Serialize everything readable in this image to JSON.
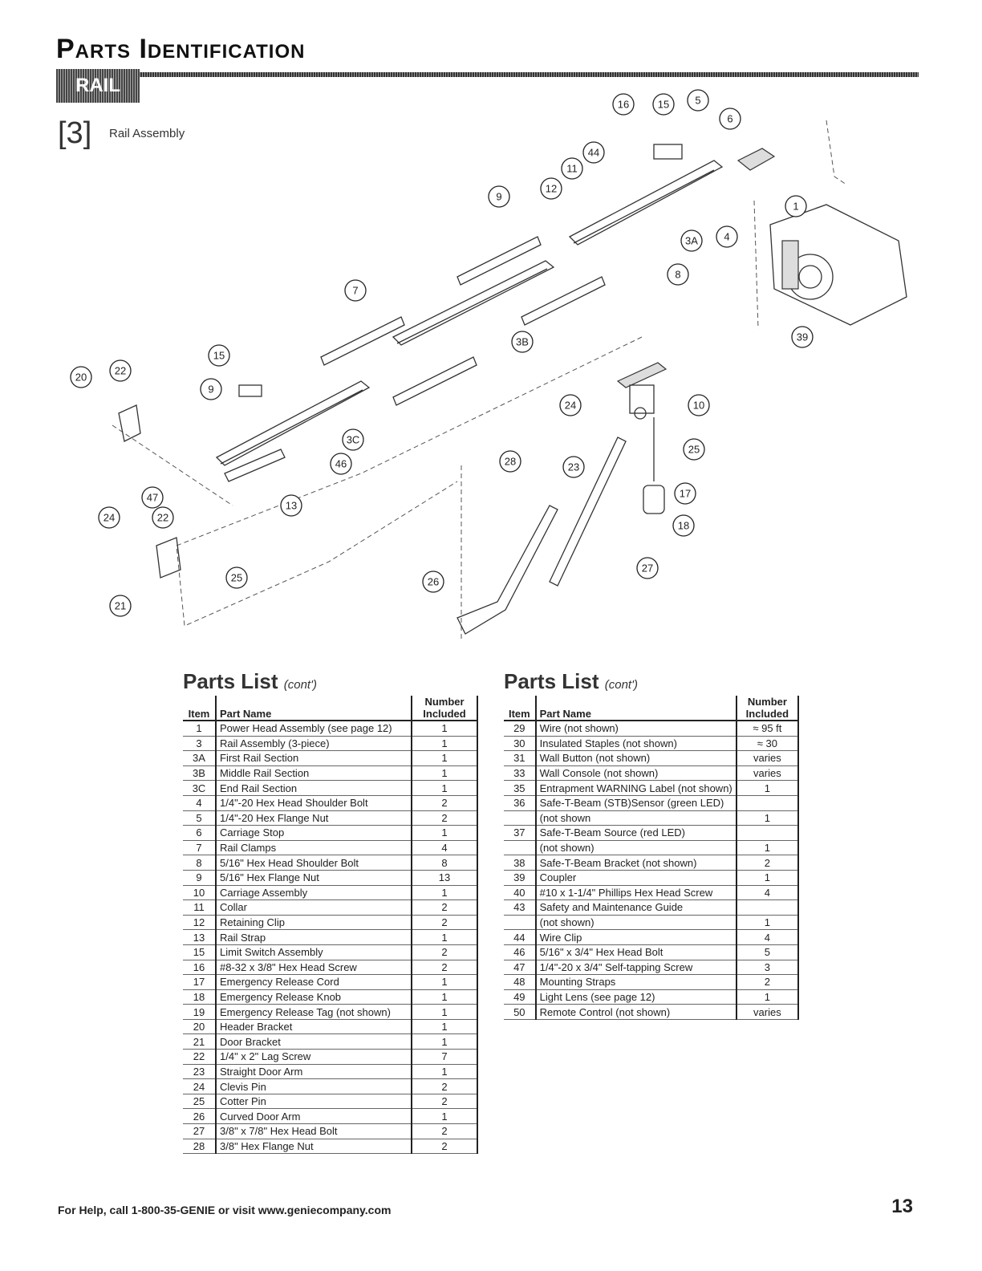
{
  "header": {
    "title": "Parts Identification",
    "tab": "RAIL"
  },
  "figure": {
    "number": "[3]",
    "caption": "Rail Assembly"
  },
  "callouts": [
    "16",
    "15",
    "5",
    "6",
    "44",
    "11",
    "12",
    "9",
    "3A",
    "4",
    "1",
    "8",
    "7",
    "3B",
    "15",
    "9",
    "22",
    "20",
    "3C",
    "46",
    "13",
    "10",
    "24",
    "25",
    "28",
    "23",
    "17",
    "18",
    "47",
    "22",
    "24",
    "25",
    "21",
    "26",
    "27",
    "39"
  ],
  "list_left": {
    "title": "Parts List",
    "cont": "(cont')",
    "col_item": "Item",
    "col_part": "Part Name",
    "col_num": "Number Included",
    "rows": [
      {
        "item": "1",
        "name": "Power Head Assembly (see page 12)",
        "num": "1"
      },
      {
        "item": "3",
        "name": "Rail Assembly (3-piece)",
        "num": "1"
      },
      {
        "item": "3A",
        "name": "First Rail Section",
        "num": "1"
      },
      {
        "item": "3B",
        "name": "Middle Rail Section",
        "num": "1"
      },
      {
        "item": "3C",
        "name": "End Rail Section",
        "num": "1"
      },
      {
        "item": "4",
        "name": "1/4\"-20 Hex Head Shoulder Bolt",
        "num": "2"
      },
      {
        "item": "5",
        "name": "1/4\"-20 Hex Flange Nut",
        "num": "2"
      },
      {
        "item": "6",
        "name": "Carriage Stop",
        "num": "1"
      },
      {
        "item": "7",
        "name": "Rail Clamps",
        "num": "4"
      },
      {
        "item": "8",
        "name": "5/16\" Hex Head Shoulder Bolt",
        "num": "8"
      },
      {
        "item": "9",
        "name": "5/16\" Hex Flange Nut",
        "num": "13"
      },
      {
        "item": "10",
        "name": "Carriage Assembly",
        "num": "1"
      },
      {
        "item": "11",
        "name": "Collar",
        "num": "2"
      },
      {
        "item": "12",
        "name": "Retaining Clip",
        "num": "2"
      },
      {
        "item": "13",
        "name": "Rail Strap",
        "num": "1"
      },
      {
        "item": "15",
        "name": "Limit Switch Assembly",
        "num": "2"
      },
      {
        "item": "16",
        "name": "#8-32 x 3/8\" Hex Head Screw",
        "num": "2"
      },
      {
        "item": "17",
        "name": "Emergency Release Cord",
        "num": "1"
      },
      {
        "item": "18",
        "name": "Emergency Release Knob",
        "num": "1"
      },
      {
        "item": "19",
        "name": "Emergency Release Tag (not shown)",
        "num": "1"
      },
      {
        "item": "20",
        "name": "Header Bracket",
        "num": "1"
      },
      {
        "item": "21",
        "name": "Door Bracket",
        "num": "1"
      },
      {
        "item": "22",
        "name": "1/4\" x 2\" Lag Screw",
        "num": "7"
      },
      {
        "item": "23",
        "name": "Straight Door Arm",
        "num": "1"
      },
      {
        "item": "24",
        "name": "Clevis Pin",
        "num": "2"
      },
      {
        "item": "25",
        "name": "Cotter Pin",
        "num": "2"
      },
      {
        "item": "26",
        "name": "Curved Door Arm",
        "num": "1"
      },
      {
        "item": "27",
        "name": "3/8\" x 7/8\" Hex Head Bolt",
        "num": "2"
      },
      {
        "item": "28",
        "name": "3/8\" Hex Flange Nut",
        "num": "2"
      }
    ]
  },
  "list_right": {
    "title": "Parts List",
    "cont": "(cont')",
    "col_item": "Item",
    "col_part": "Part Name",
    "col_num": "Number Included",
    "rows": [
      {
        "item": "29",
        "name": "Wire (not shown)",
        "num": "≈ 95 ft"
      },
      {
        "item": "30",
        "name": "Insulated Staples (not shown)",
        "num": "≈ 30"
      },
      {
        "item": "31",
        "name": "Wall Button (not shown)",
        "num": "varies"
      },
      {
        "item": "33",
        "name": "Wall Console (not shown)",
        "num": "varies"
      },
      {
        "item": "35",
        "name": "Entrapment WARNING Label (not shown)",
        "num": "1"
      },
      {
        "item": "36",
        "name": "Safe-T-Beam (STB)Sensor (green LED)",
        "num": ""
      },
      {
        "item": "",
        "name": "(not shown",
        "num": "1"
      },
      {
        "item": "37",
        "name": "Safe-T-Beam Source (red LED)",
        "num": ""
      },
      {
        "item": "",
        "name": "(not shown)",
        "num": "1"
      },
      {
        "item": "38",
        "name": "Safe-T-Beam Bracket (not shown)",
        "num": "2"
      },
      {
        "item": "39",
        "name": "Coupler",
        "num": "1"
      },
      {
        "item": "40",
        "name": "#10 x 1-1/4\" Phillips Hex Head Screw",
        "num": "4"
      },
      {
        "item": "43",
        "name": "Safety and Maintenance Guide",
        "num": ""
      },
      {
        "item": "",
        "name": "(not shown)",
        "num": "1"
      },
      {
        "item": "44",
        "name": "Wire Clip",
        "num": "4"
      },
      {
        "item": "46",
        "name": "5/16\" x 3/4\" Hex Head Bolt",
        "num": "5"
      },
      {
        "item": "47",
        "name": "1/4\"-20 x 3/4\" Self-tapping Screw",
        "num": "3"
      },
      {
        "item": "48",
        "name": "Mounting Straps",
        "num": "2"
      },
      {
        "item": "49",
        "name": "Light Lens (see page 12)",
        "num": "1"
      },
      {
        "item": "50",
        "name": "Remote Control (not shown)",
        "num": "varies"
      }
    ]
  },
  "footer": {
    "help": "For Help, call 1-800-35-GENIE or visit www.geniecompany.com",
    "page": "13"
  }
}
